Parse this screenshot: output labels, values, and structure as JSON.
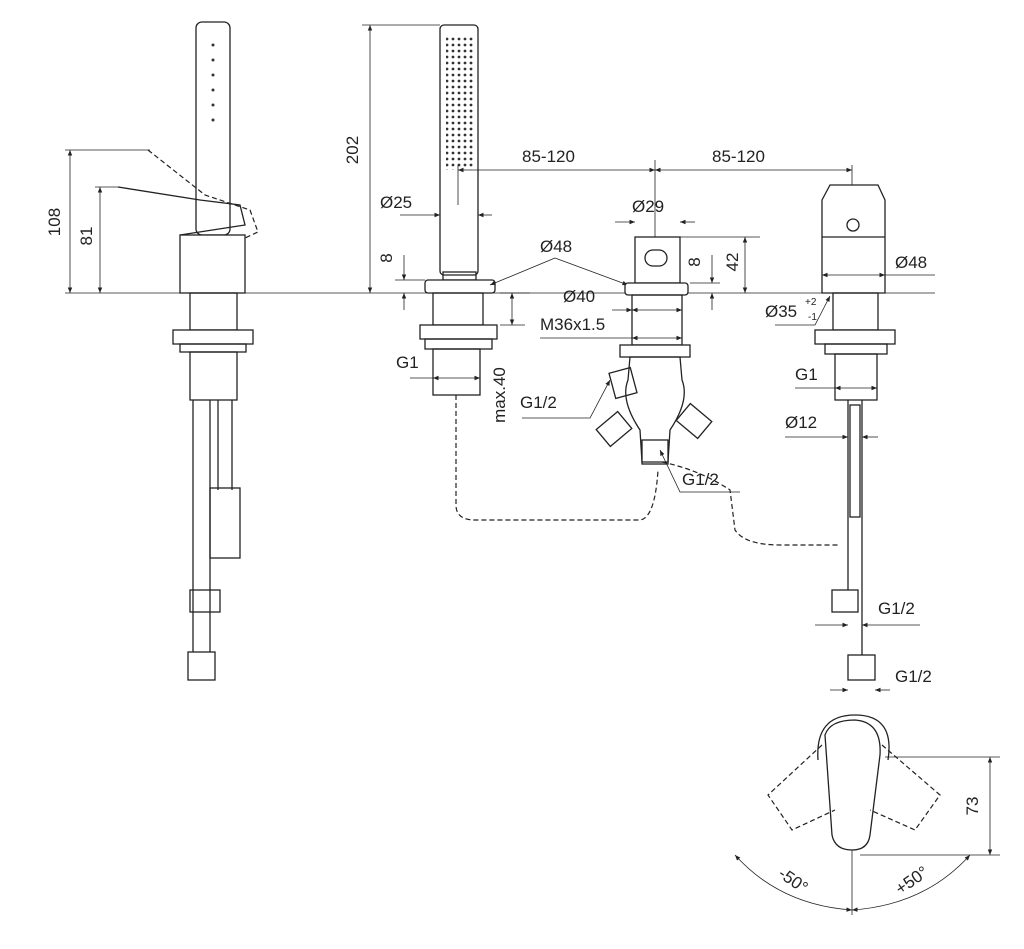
{
  "drawing": {
    "side_view": {
      "height_total": "108",
      "height_spout": "81"
    },
    "hand_shower": {
      "height": "202",
      "diameter_handle": "Ø25",
      "height_base": "8",
      "diameter_base": "Ø48",
      "thread": "G1",
      "max_thickness": "max.40"
    },
    "diverter": {
      "spacing_left": "85-120",
      "diameter_top": "Ø29",
      "height_base": "8",
      "height_top": "42",
      "diameter_base": "Ø40",
      "thread": "M36x1.5",
      "outlet_left": "G1/2",
      "outlet_bottom": "G1/2"
    },
    "mixer": {
      "spacing_right": "85-120",
      "diameter": "Ø48",
      "hole_diameter": "Ø35",
      "tol_plus": "+2",
      "tol_minus": "-1",
      "thread": "G1",
      "pipe_diameter": "Ø12",
      "connection_1": "G1/2",
      "connection_2": "G1/2"
    },
    "lever_view": {
      "height": "73",
      "angle_left": "-50°",
      "angle_right": "+50°"
    }
  }
}
